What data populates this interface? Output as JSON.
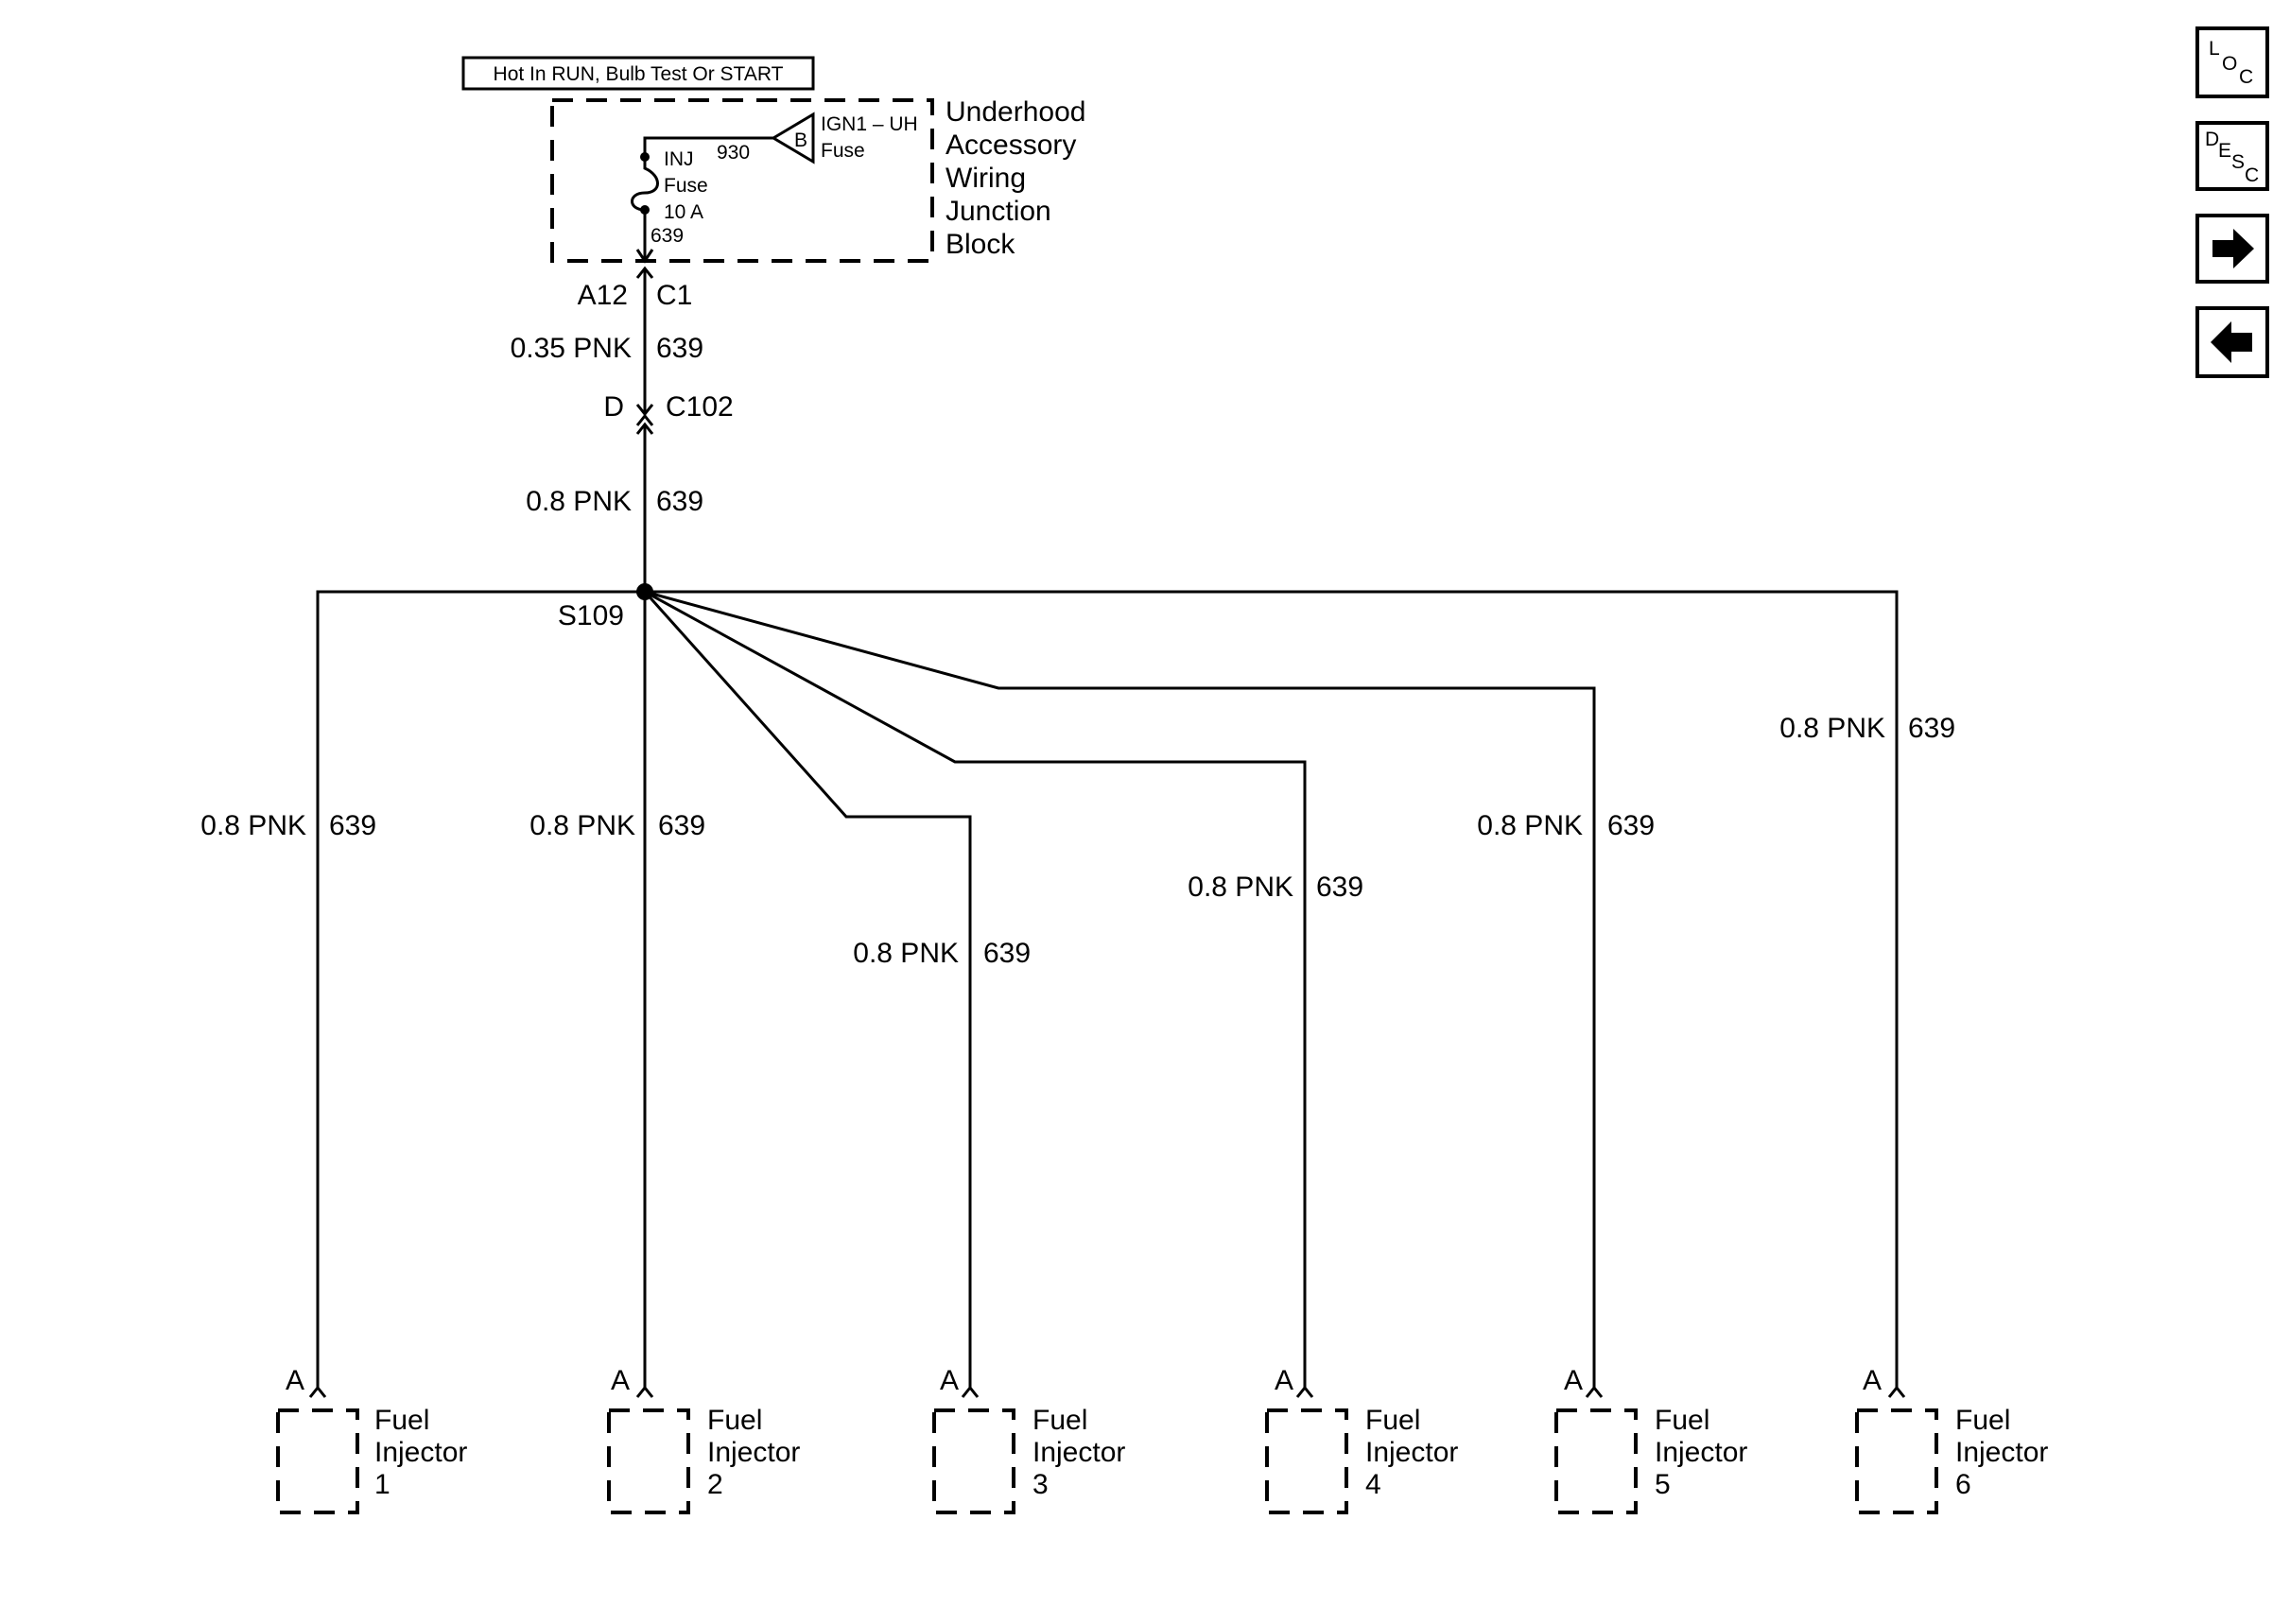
{
  "header_box": {
    "label": "Hot In RUN, Bulb Test Or START"
  },
  "junction_block": {
    "title_lines": [
      "Underhood",
      "Accessory",
      "Wiring",
      "Junction",
      "Block"
    ],
    "source_pin": "B",
    "source_name": "IGN1 – UH",
    "source_fuse": "Fuse",
    "source_circuit": "930",
    "fuse_name": "INJ",
    "fuse_word": "Fuse",
    "fuse_rating": "10 A",
    "fuse_circuit": "639"
  },
  "connector_c1": {
    "pin": "A12",
    "name": "C1"
  },
  "wire_a": {
    "size_color": "0.35 PNK",
    "circuit": "639"
  },
  "connector_c102": {
    "pin": "D",
    "name": "C102"
  },
  "wire_b": {
    "size_color": "0.8 PNK",
    "circuit": "639"
  },
  "splice": {
    "name": "S109"
  },
  "branches": [
    {
      "size_color": "0.8 PNK",
      "circuit": "639",
      "pin": "A",
      "label_line1": "Fuel",
      "label_line2": "Injector",
      "number": "1"
    },
    {
      "size_color": "0.8 PNK",
      "circuit": "639",
      "pin": "A",
      "label_line1": "Fuel",
      "label_line2": "Injector",
      "number": "2"
    },
    {
      "size_color": "0.8 PNK",
      "circuit": "639",
      "pin": "A",
      "label_line1": "Fuel",
      "label_line2": "Injector",
      "number": "3"
    },
    {
      "size_color": "0.8 PNK",
      "circuit": "639",
      "pin": "A",
      "label_line1": "Fuel",
      "label_line2": "Injector",
      "number": "4"
    },
    {
      "size_color": "0.8 PNK",
      "circuit": "639",
      "pin": "A",
      "label_line1": "Fuel",
      "label_line2": "Injector",
      "number": "5"
    },
    {
      "size_color": "0.8 PNK",
      "circuit": "639",
      "pin": "A",
      "label_line1": "Fuel",
      "label_line2": "Injector",
      "number": "6"
    }
  ],
  "nav": {
    "loc": {
      "l1": "L",
      "l2": "O",
      "l3": "C",
      "icon": "location-icon"
    },
    "desc": {
      "l1": "D",
      "l2": "E",
      "l3": "S",
      "l4": "C",
      "icon": "description-icon"
    },
    "next": {
      "icon": "arrow-right-icon"
    },
    "prev": {
      "icon": "arrow-left-icon"
    }
  }
}
